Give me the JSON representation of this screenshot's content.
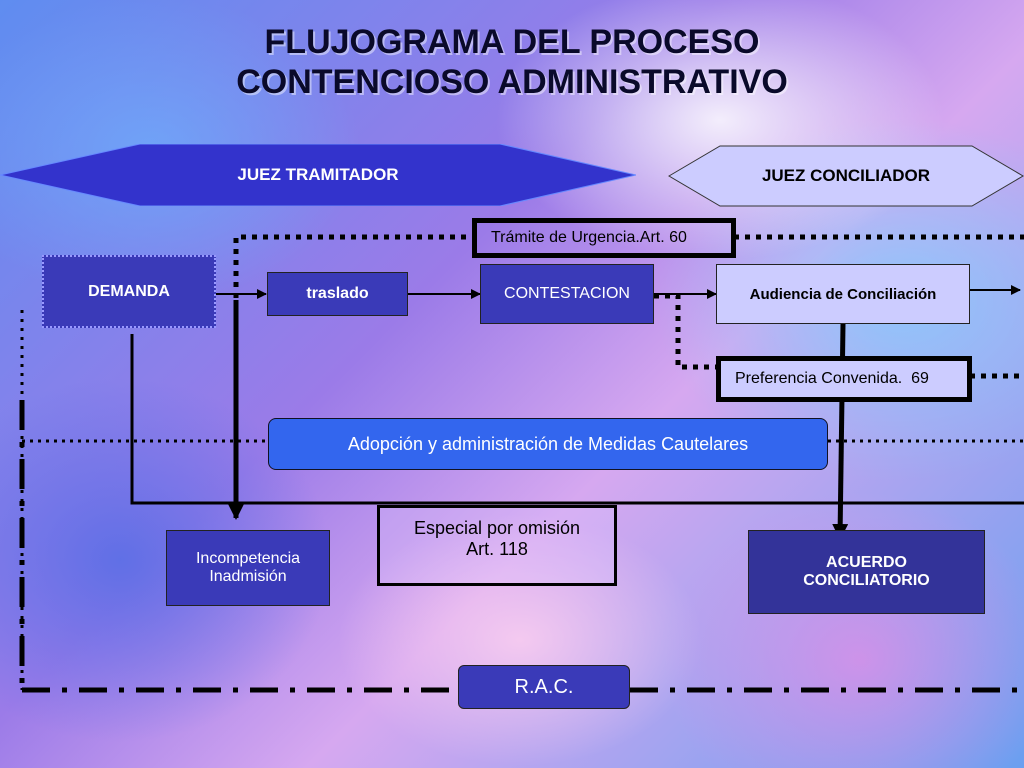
{
  "title": {
    "line1": "FLUJOGRAMA DEL PROCESO",
    "line2": "CONTENCIOSO ADMINISTRATIVO"
  },
  "headers": {
    "tramitador": "JUEZ TRAMITADOR",
    "conciliador": "JUEZ CONCILIADOR"
  },
  "nodes": {
    "demanda": "DEMANDA",
    "traslado": "traslado",
    "contestacion": "CONTESTACION",
    "audiencia": "Audiencia de Conciliación",
    "urgencia": "Trámite de Urgencia.Art. 60",
    "preferencia": "Preferencia Convenida.  69",
    "medidas": "Adopción y administración de Medidas Cautelares",
    "incompetencia_1": "Incompetencia",
    "incompetencia_2": "Inadmisión",
    "especial_1": "Especial por omisión",
    "especial_2": "Art. 118",
    "acuerdo_1": "ACUERDO",
    "acuerdo_2": "CONCILIATORIO",
    "rac": "R.A.C."
  },
  "colors": {
    "hex_blue": "#3333cc",
    "hex_light": "#ccccff",
    "box_blue": "#3a3ab8",
    "acuerdo_blue": "#333399",
    "medidas_blue": "#3366ee",
    "line": "#000000"
  }
}
